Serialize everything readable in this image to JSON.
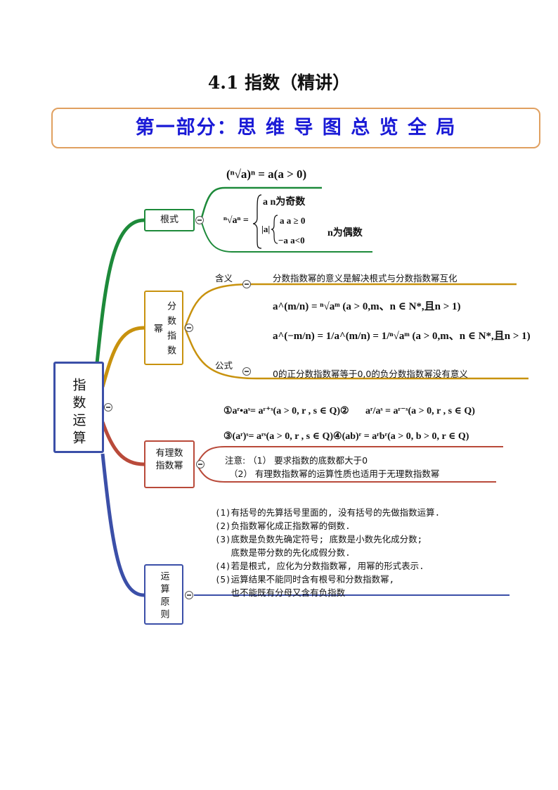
{
  "title": "4.1 指数（精讲）",
  "banner": "第一部分：思  维  导  图 总 览 全 局",
  "root": {
    "label": "指数运算"
  },
  "branches": {
    "radical": {
      "label": "根式",
      "f1": "(ⁿ√a)ⁿ = a(a > 0)",
      "f2_left": "ⁿ√aⁿ =",
      "f2_odd": "a   n为奇数",
      "f2_even_a": "a   a ≥ 0",
      "f2_even_b": "−a  a<0",
      "f2_abs": "|a|",
      "f2_even_label": "n为偶数"
    },
    "fractional": {
      "label": "分数指数幂",
      "meaning_tag": "含义",
      "meaning_text": "分数指数幂的意义是解决根式与分数指数幂互化",
      "f1": "a^(m/n) = ⁿ√aᵐ (a > 0,m、n ∈ N*,且n > 1)",
      "f2": "a^(−m/n) = 1/a^(m/n) = 1/ⁿ√aᵐ (a > 0,m、n ∈ N*,且n > 1)",
      "formula_tag": "公式",
      "formula_text": "0的正分数指数幂等于0,0的负分数指数幂没有意义"
    },
    "rational": {
      "label": "有理数指数幂",
      "r1": "①aʳ•aˢ= aʳ⁺ˢ(a > 0, r , s ∈ Q)②",
      "r1b": "aʳ/aˢ = aʳ⁻ˢ(a > 0, r , s ∈ Q)",
      "r2": "③(aʳ)ˢ= aʳˢ(a > 0, r , s ∈ Q)④(ab)ʳ = aʳbʳ(a > 0, b > 0, r ∈ Q)",
      "note1": "注意: （1） 要求指数的底数都大于0",
      "note2": "（2） 有理数指数幂的运算性质也适用于无理数指数幂"
    },
    "principles": {
      "label": "运算原则",
      "lines": [
        "(1)有括号的先算括号里面的, 没有括号的先做指数运算.",
        "(2)负指数幂化成正指数幂的倒数.",
        "(3)底数是负数先确定符号; 底数是小数先化成分数;",
        "   底数是带分数的先化成假分数.",
        "(4)若是根式, 应化为分数指数幂, 用幂的形式表示.",
        "(5)运算结果不能同时含有根号和分数指数幂,",
        "   也不能既有分母又含有负指数"
      ]
    }
  },
  "colors": {
    "green": "#1d8a3a",
    "gold": "#c8920e",
    "red": "#b94a3a",
    "blue": "#3b4fa8",
    "banner": "#1a1ad6"
  }
}
